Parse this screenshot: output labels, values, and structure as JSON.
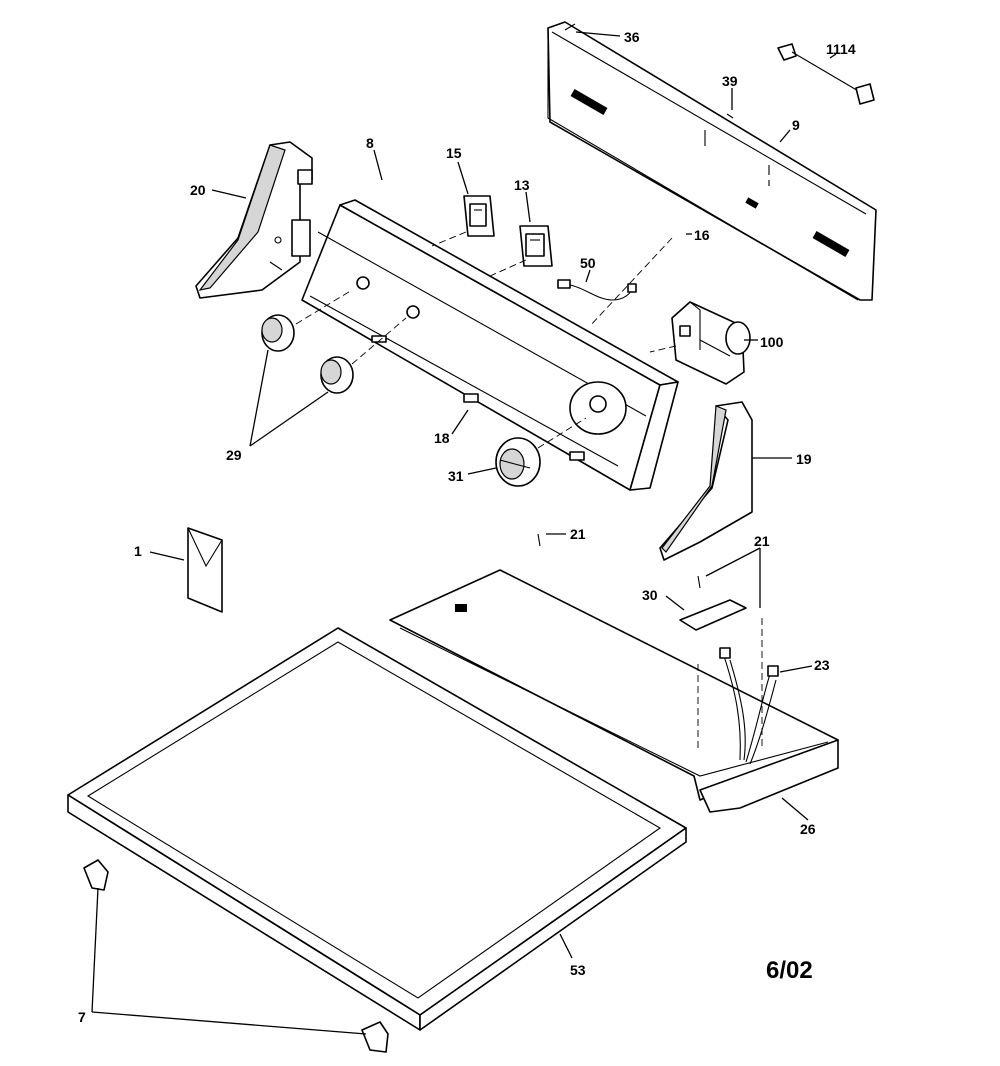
{
  "callouts": [
    "36",
    "1114",
    "39",
    "9",
    "8",
    "15",
    "13",
    "20",
    "16",
    "50",
    "100",
    "29",
    "18",
    "31",
    "19",
    "1",
    "21",
    "21",
    "30",
    "23",
    "26",
    "53",
    "7"
  ],
  "date_code": "6/02"
}
